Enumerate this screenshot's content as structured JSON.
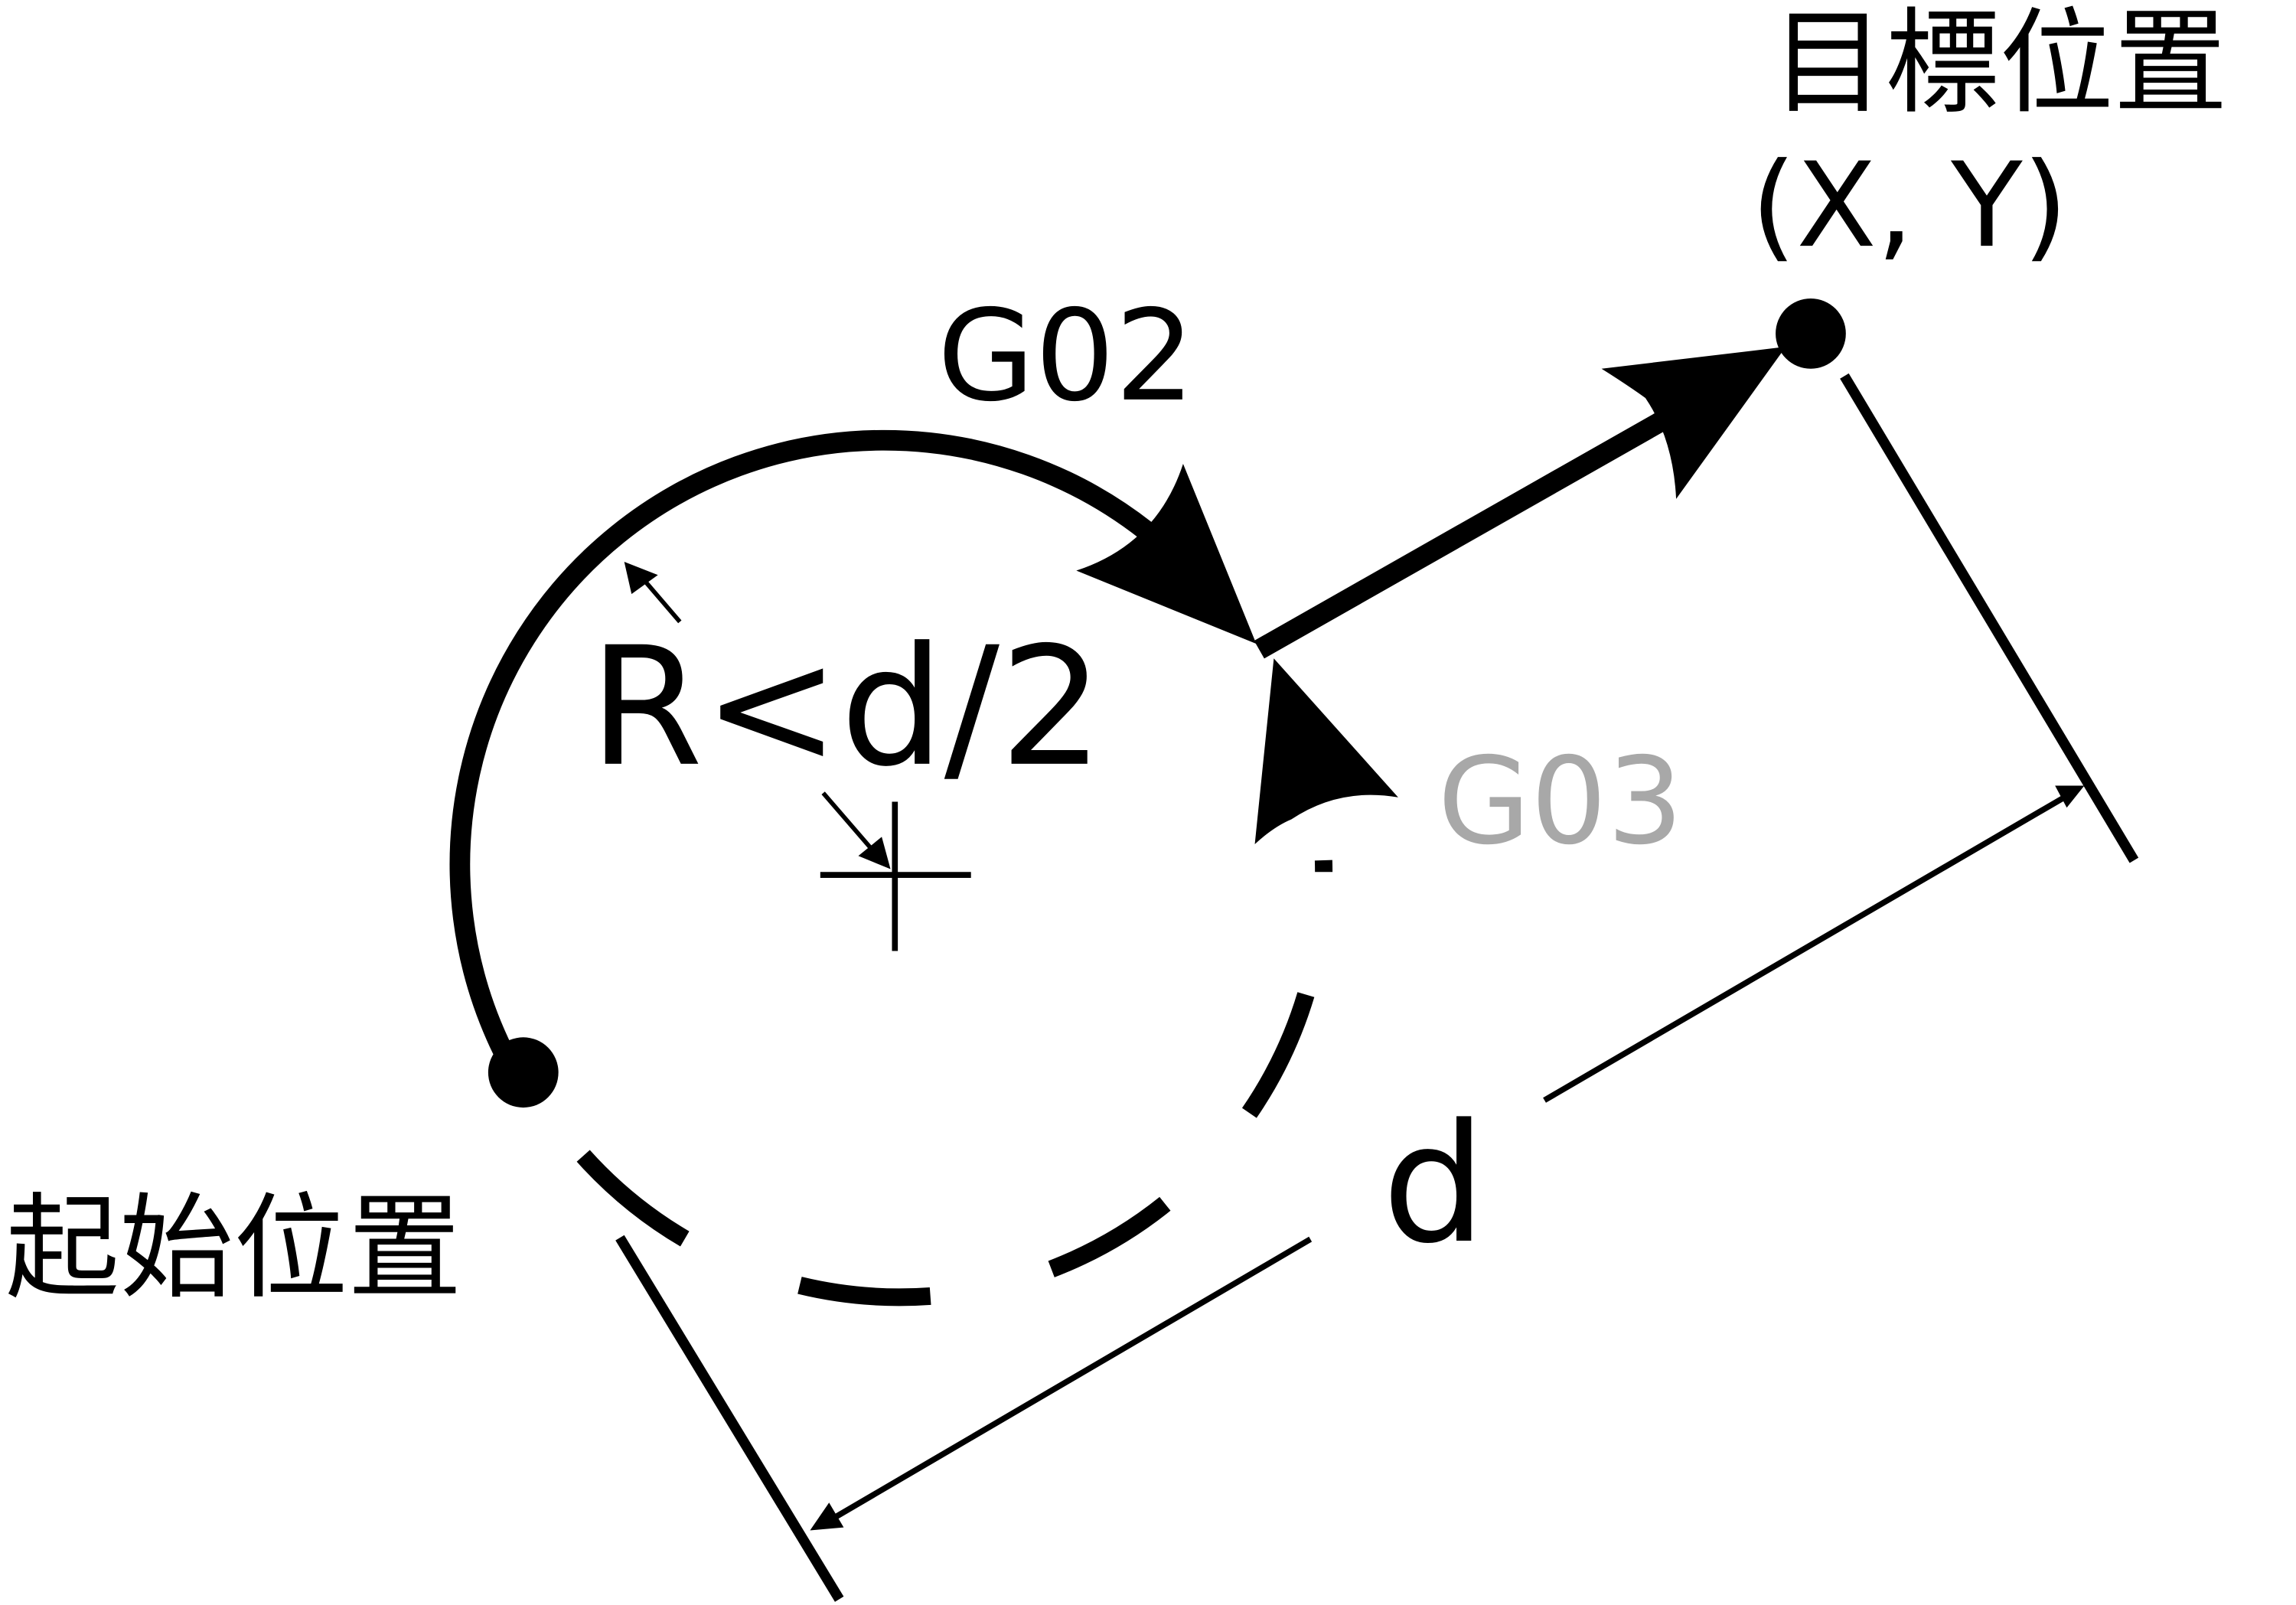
{
  "labels": {
    "g02": "G02",
    "g03": "G03",
    "radius_condition": "R<d/2",
    "distance": "d",
    "target_position": "目標位置",
    "target_coords": "(X, Y)",
    "start_position": "起始位置"
  },
  "colors": {
    "primary": "#000000",
    "g03_label": "#a8a8a8"
  }
}
